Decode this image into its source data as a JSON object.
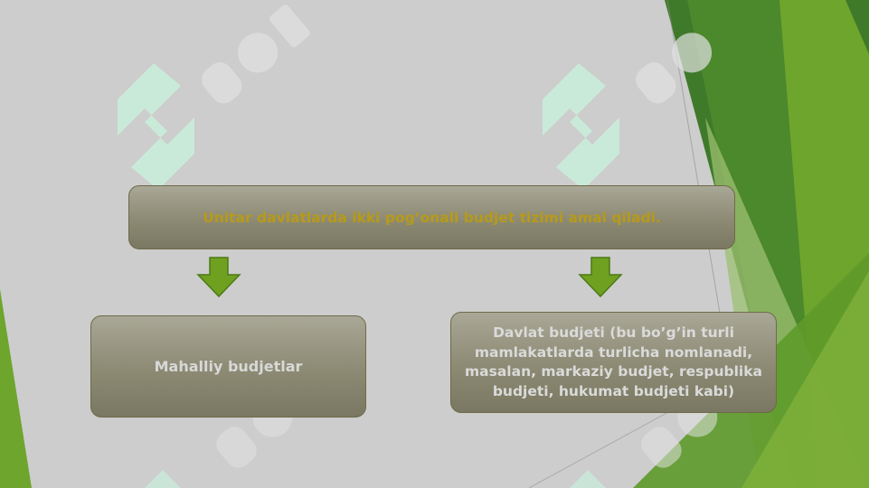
{
  "colors": {
    "background": "#cdcdcd",
    "box_fill": "#8c8a73",
    "title_text": "#b79a1a",
    "box_text": "#d8d8d8",
    "arrow": "#6fa020",
    "accent_dark_green": "#3f7a2a",
    "accent_light_green": "#7fb03a"
  },
  "diagram": {
    "title": "Unitar davlatlarda ikki pog’onali budjet tizimi  amal qiladi.",
    "left_node": "Mahalliy budjetlar",
    "right_node": "Davlat budjeti (bu bo’g’in turli mamlakatlarda turlicha nomlanadi, masalan, markaziy budjet, respublika budjeti, hukumat budjeti kabi)"
  },
  "icons": {
    "watermark": "sof-logo-watermark",
    "arrows": "arrow-down-icon"
  }
}
